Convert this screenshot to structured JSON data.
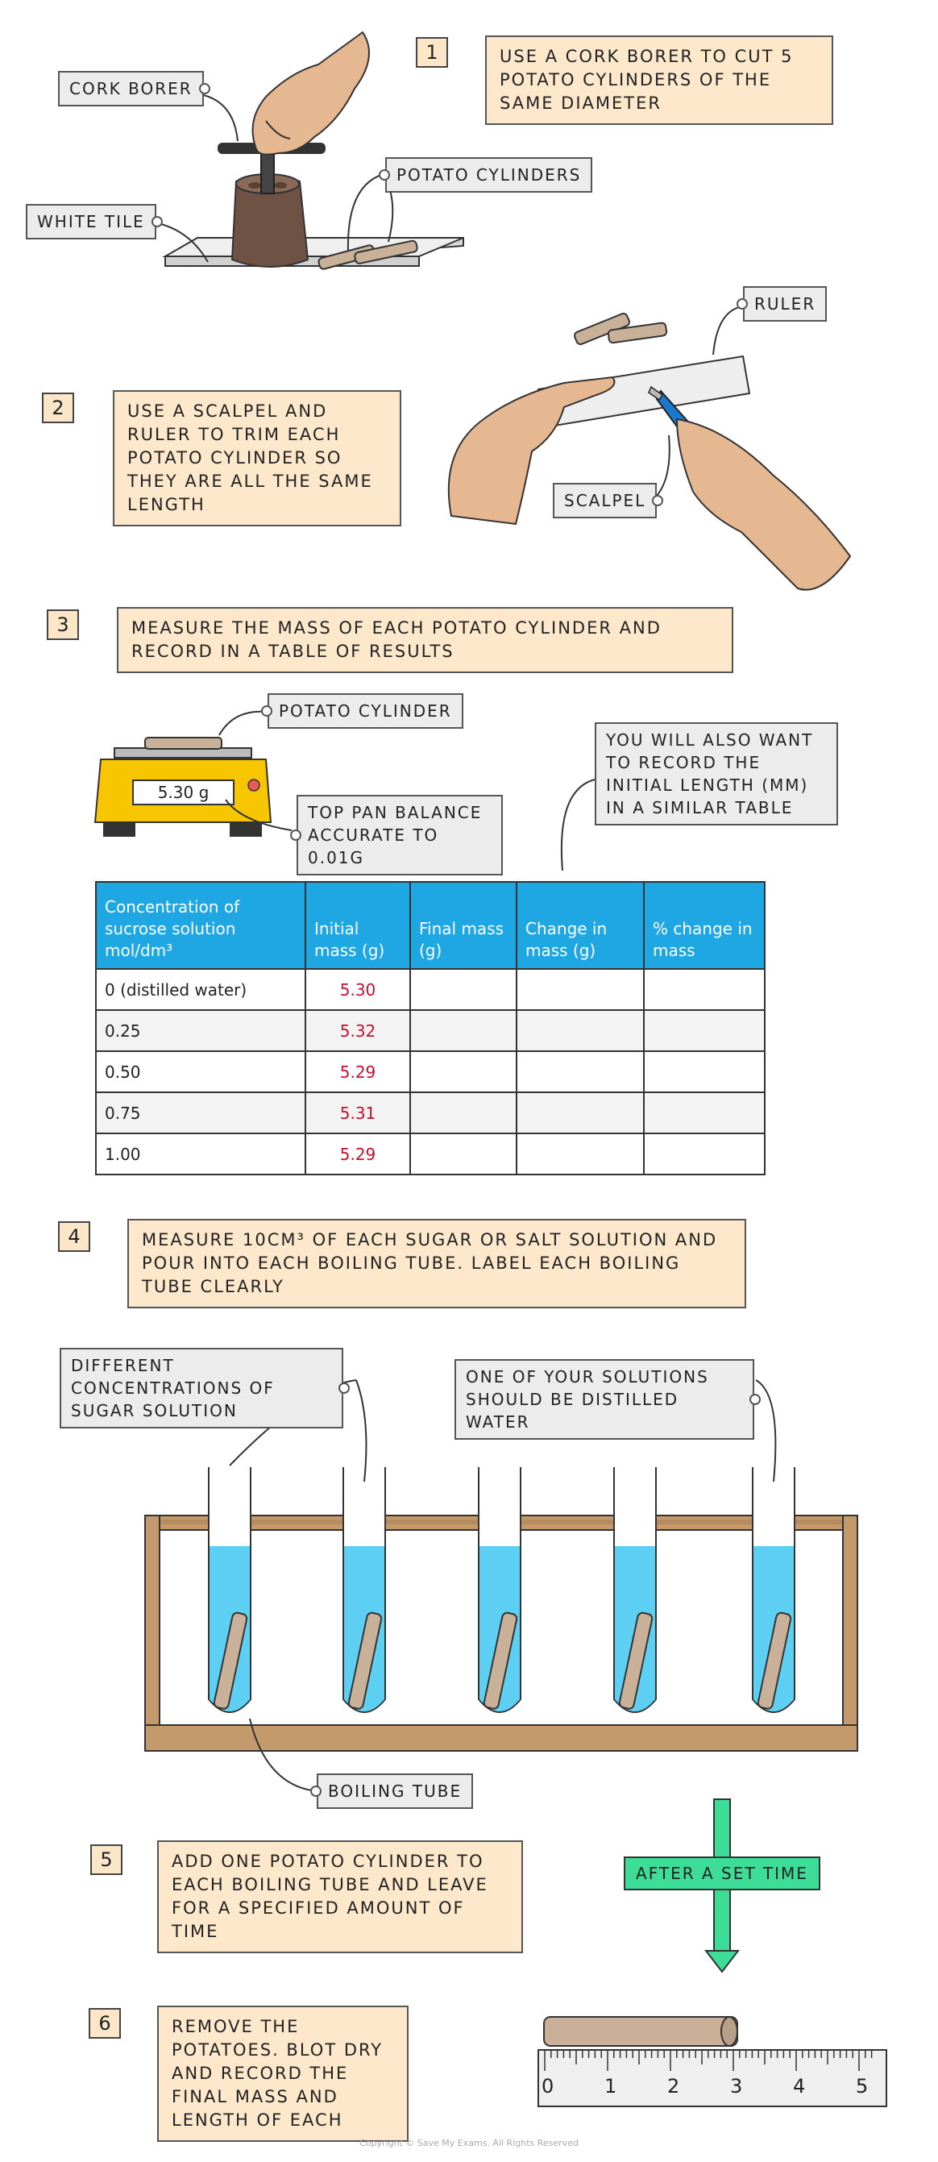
{
  "steps": {
    "s1": {
      "num": "1",
      "text": "USE A CORK BORER TO CUT 5 POTATO CYLINDERS OF THE SAME DIAMETER"
    },
    "s2": {
      "num": "2",
      "text": "USE A SCALPEL AND RULER TO TRIM EACH POTATO CYLINDER SO THEY ARE ALL THE SAME LENGTH"
    },
    "s3": {
      "num": "3",
      "text": "MEASURE THE MASS OF EACH POTATO CYLINDER AND RECORD IN A TABLE OF RESULTS"
    },
    "s4": {
      "num": "4",
      "text": "MEASURE 10cm³ OF EACH SUGAR OR SALT SOLUTION AND POUR INTO EACH BOILING TUBE. LABEL EACH BOILING TUBE CLEARLY"
    },
    "s5": {
      "num": "5",
      "text": "ADD ONE POTATO CYLINDER TO EACH BOILING TUBE AND LEAVE FOR A SPECIFIED AMOUNT OF TIME"
    },
    "s6": {
      "num": "6",
      "text": "REMOVE THE POTATOES. BLOT DRY AND RECORD THE FINAL MASS AND LENGTH OF EACH"
    }
  },
  "labels": {
    "cork_borer": "CORK BORER",
    "potato_cylinders": "POTATO CYLINDERS",
    "white_tile": "WHITE TILE",
    "ruler": "RULER",
    "scalpel": "SCALPEL",
    "potato_cylinder": "POTATO CYLINDER",
    "balance": "TOP PAN BALANCE ACCURATE TO 0.01g",
    "initial_length_note": "YOU WILL ALSO WANT TO RECORD THE INITIAL LENGTH (mm) IN A SIMILAR TABLE",
    "different_concentrations": "DIFFERENT CONCENTRATIONS OF SUGAR SOLUTION",
    "distilled_note": "ONE OF YOUR SOLUTIONS SHOULD BE DISTILLED WATER",
    "boiling_tube": "BOILING TUBE",
    "after_set_time": "AFTER A SET TIME"
  },
  "balance_display": "5.30 g",
  "table": {
    "headers": [
      "Concentration of sucrose solution mol/dm³",
      "Initial mass (g)",
      "Final mass (g)",
      "Change in mass (g)",
      "% change in mass"
    ],
    "rows": [
      [
        "0 (distilled water)",
        "5.30",
        "",
        "",
        ""
      ],
      [
        "0.25",
        "5.32",
        "",
        "",
        ""
      ],
      [
        "0.50",
        "5.29",
        "",
        "",
        ""
      ],
      [
        "0.75",
        "5.31",
        "",
        "",
        ""
      ],
      [
        "1.00",
        "5.29",
        "",
        "",
        ""
      ]
    ]
  },
  "ruler_scale": [
    "0",
    "1",
    "2",
    "3",
    "4",
    "5"
  ],
  "copyright": "Copyright © Save My Exams. All Rights Reserved",
  "colors": {
    "step_box": "#fde8cb",
    "table_header": "#1fa7e3",
    "solution": "#5ccff2",
    "arrow_green": "#3ddc97",
    "balance": "#f7c600",
    "mass_red": "#c8102e"
  }
}
